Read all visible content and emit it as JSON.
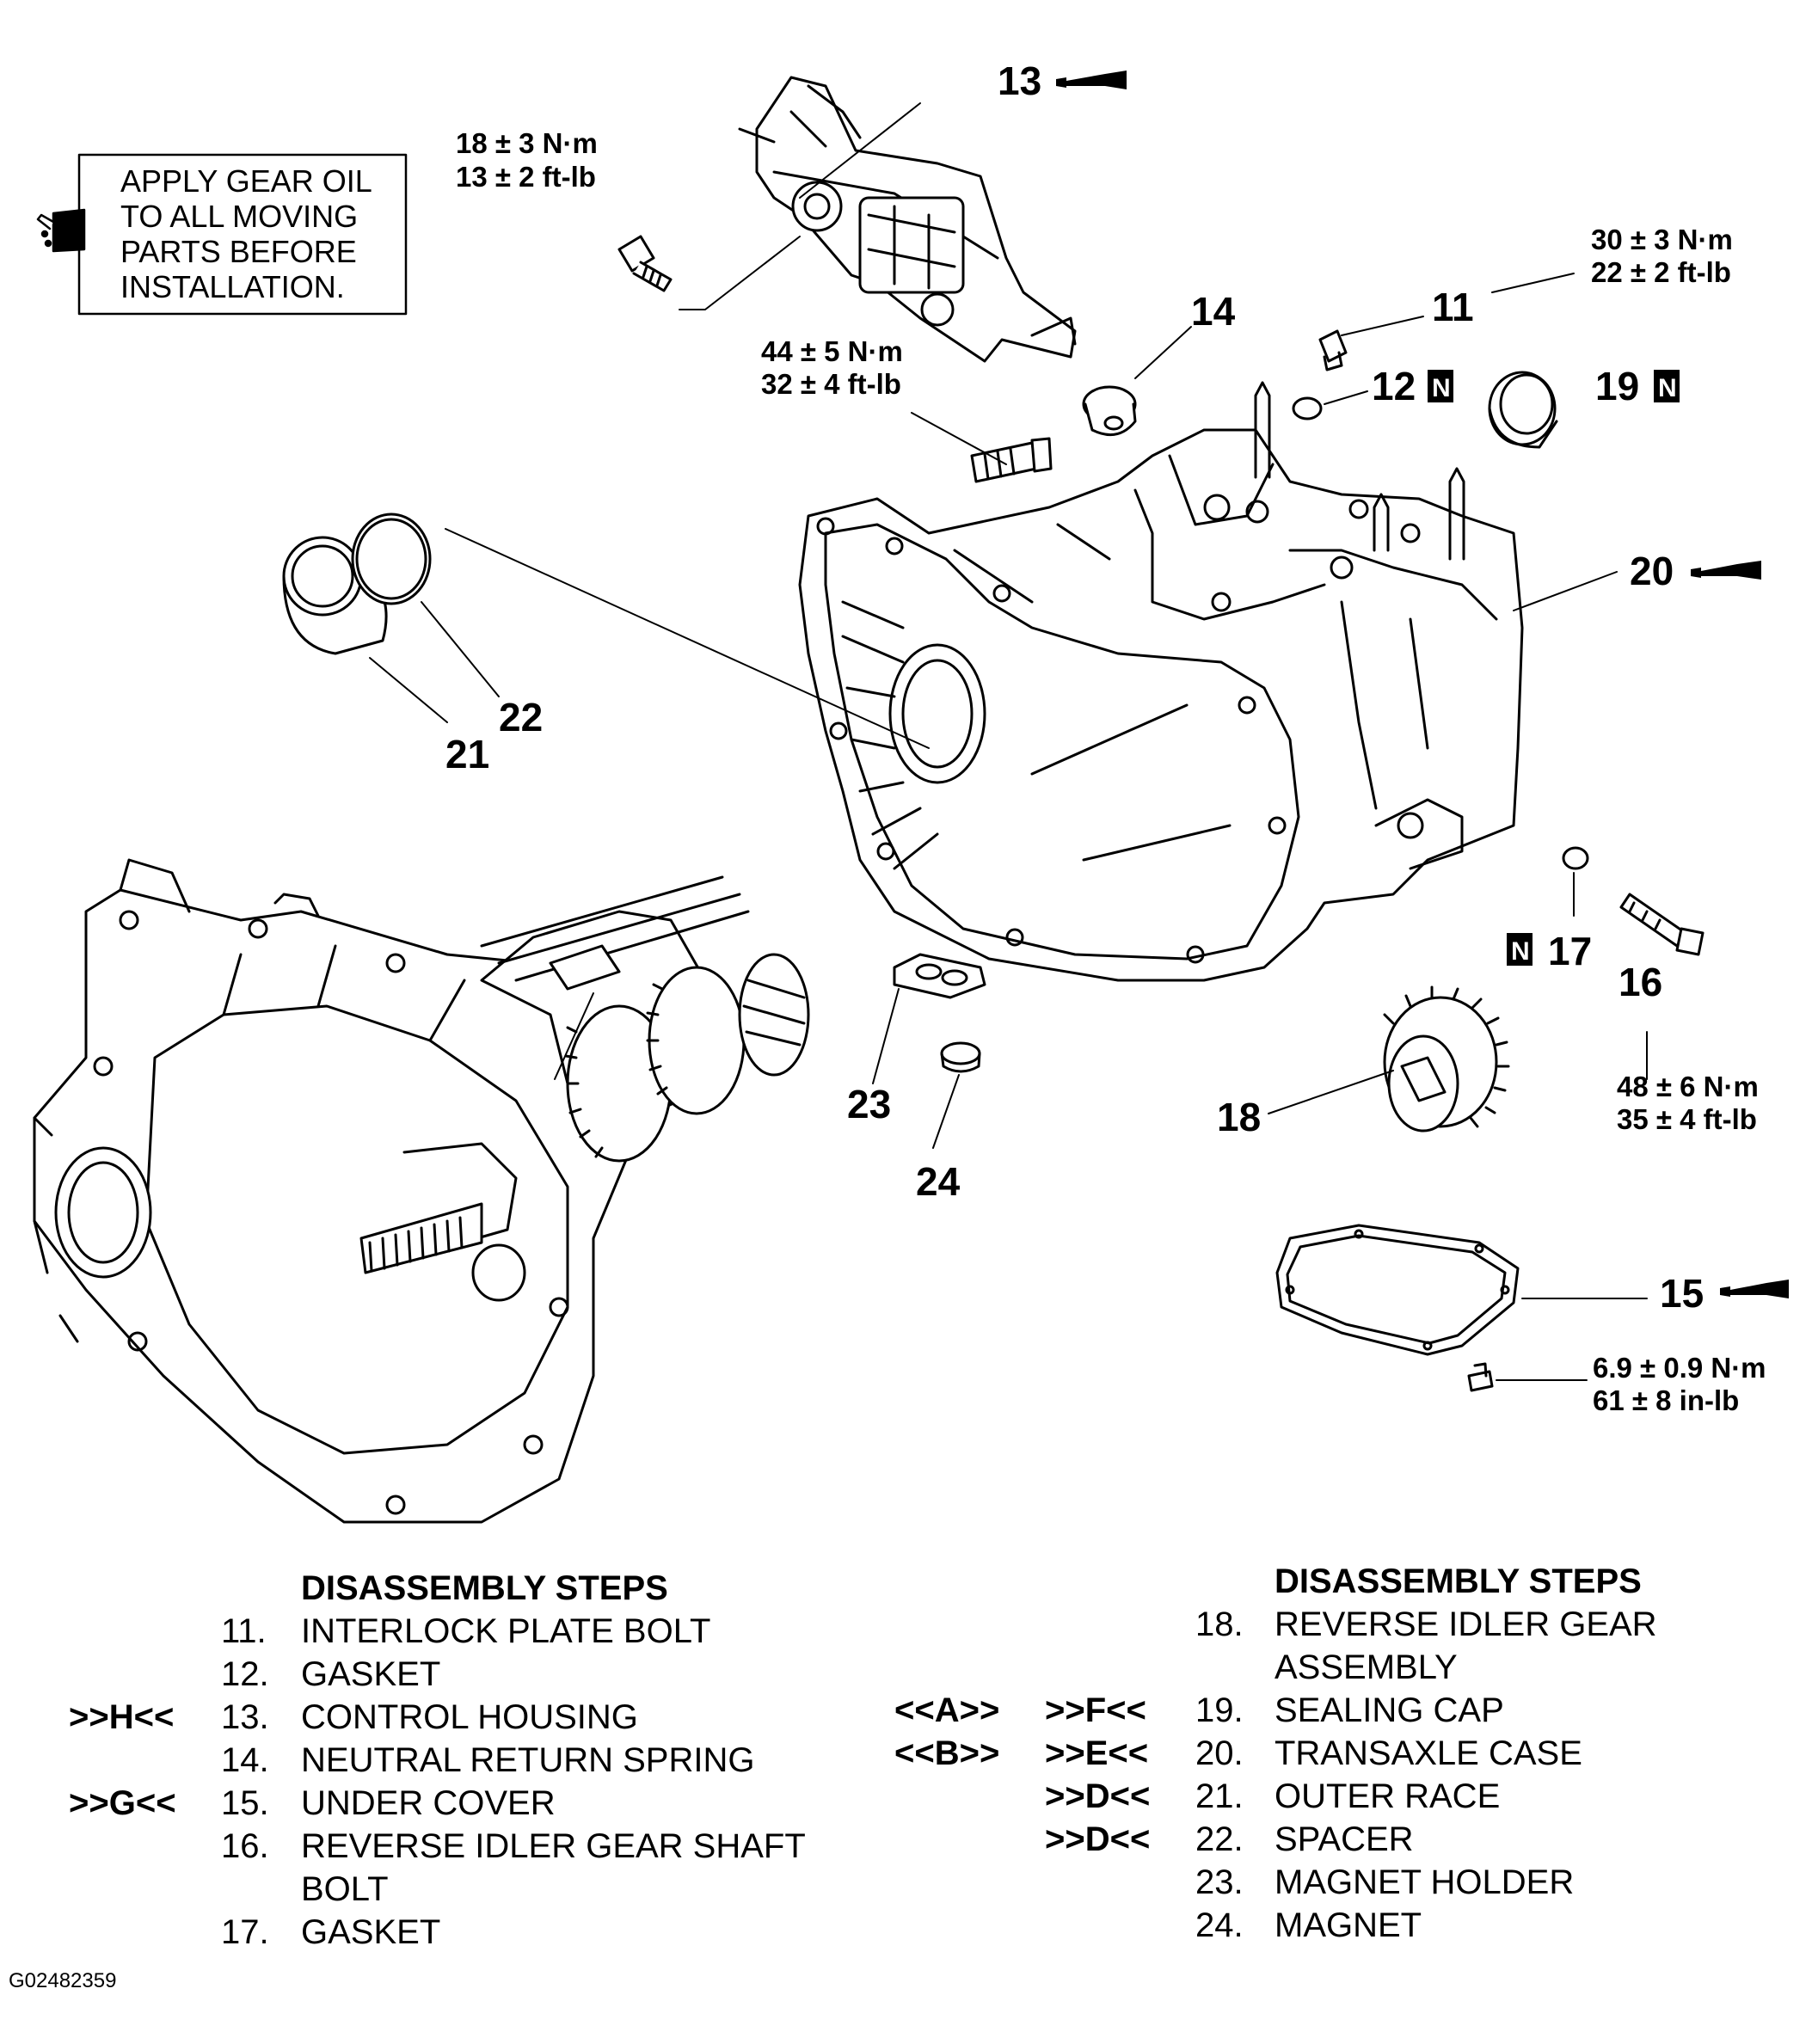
{
  "note": {
    "lines": [
      "APPLY GEAR OIL",
      "TO ALL MOVING",
      "PARTS BEFORE",
      "INSTALLATION."
    ],
    "icon": "oil-can-icon"
  },
  "callouts": {
    "c11": "11",
    "c12": "12",
    "c13": "13",
    "c14": "14",
    "c15": "15",
    "c16": "16",
    "c17": "17",
    "c18": "18",
    "c19": "19",
    "c20": "20",
    "c21": "21",
    "c22": "22",
    "c23": "23",
    "c24": "24",
    "new_part_mark": "N"
  },
  "torques": {
    "t13_nm": "18 ± 3 N·m",
    "t13_ft": "13 ± 2 ft-lb",
    "t11_nm": "30 ± 3 N·m",
    "t11_ft": "22 ± 2 ft-lb",
    "t14_nm": "44 ± 5 N·m",
    "t14_ft": "32 ± 4 ft-lb",
    "t16_nm": "48 ± 6 N·m",
    "t16_ft": "35 ± 4 ft-lb",
    "t15_nm": "6.9 ± 0.9 N·m",
    "t15_ft": "61 ± 8 in-lb"
  },
  "steps_left": {
    "heading": "DISASSEMBLY STEPS",
    "rows": [
      {
        "code": "",
        "num": "11.",
        "label": "INTERLOCK PLATE BOLT"
      },
      {
        "code": "",
        "num": "12.",
        "label": "GASKET"
      },
      {
        "code": ">>H<<",
        "num": "13.",
        "label": "CONTROL HOUSING"
      },
      {
        "code": "",
        "num": "14.",
        "label": "NEUTRAL RETURN SPRING"
      },
      {
        "code": ">>G<<",
        "num": "15.",
        "label": "UNDER COVER"
      },
      {
        "code": "",
        "num": "16.",
        "label": "REVERSE IDLER GEAR SHAFT"
      },
      {
        "code": "",
        "num": "",
        "label": "BOLT"
      },
      {
        "code": "",
        "num": "17.",
        "label": "GASKET"
      }
    ]
  },
  "steps_right": {
    "heading": "DISASSEMBLY STEPS",
    "rows": [
      {
        "code1": "",
        "code2": "",
        "num": "18.",
        "label": "REVERSE IDLER GEAR"
      },
      {
        "code1": "",
        "code2": "",
        "num": "",
        "label": "ASSEMBLY"
      },
      {
        "code1": "<<A>>",
        "code2": ">>F<<",
        "num": "19.",
        "label": "SEALING CAP"
      },
      {
        "code1": "<<B>>",
        "code2": ">>E<<",
        "num": "20.",
        "label": "TRANSAXLE CASE"
      },
      {
        "code1": "",
        "code2": ">>D<<",
        "num": "21.",
        "label": "OUTER RACE"
      },
      {
        "code1": "",
        "code2": ">>D<<",
        "num": "22.",
        "label": "SPACER"
      },
      {
        "code1": "",
        "code2": "",
        "num": "23.",
        "label": "MAGNET HOLDER"
      },
      {
        "code1": "",
        "code2": "",
        "num": "24.",
        "label": "MAGNET"
      }
    ]
  },
  "figure_id": "G02482359"
}
